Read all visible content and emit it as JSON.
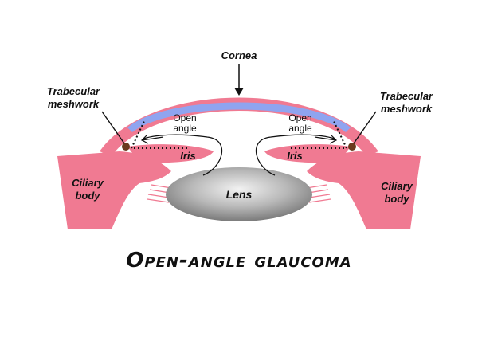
{
  "title": "Open-angle glaucoma",
  "labels": {
    "cornea": "Cornea",
    "trabecular_left_line1": "Trabecular",
    "trabecular_left_line2": "meshwork",
    "trabecular_right_line1": "Trabecular",
    "trabecular_right_line2": "meshwork",
    "open_angle_left_line1": "Open",
    "open_angle_left_line2": "angle",
    "open_angle_right_line1": "Open",
    "open_angle_right_line2": "angle",
    "iris_left": "Iris",
    "iris_right": "Iris",
    "ciliary_left_line1": "Ciliary",
    "ciliary_left_line2": "body",
    "ciliary_right_line1": "Ciliary",
    "ciliary_right_line2": "body",
    "lens": "Lens"
  },
  "colors": {
    "tissue_pink": "#f07a92",
    "cornea_blue": "#8fa4f0",
    "lens_gray": "#9a9a9a",
    "meshwork_brown": "#6b3a1e",
    "text": "#111111"
  }
}
